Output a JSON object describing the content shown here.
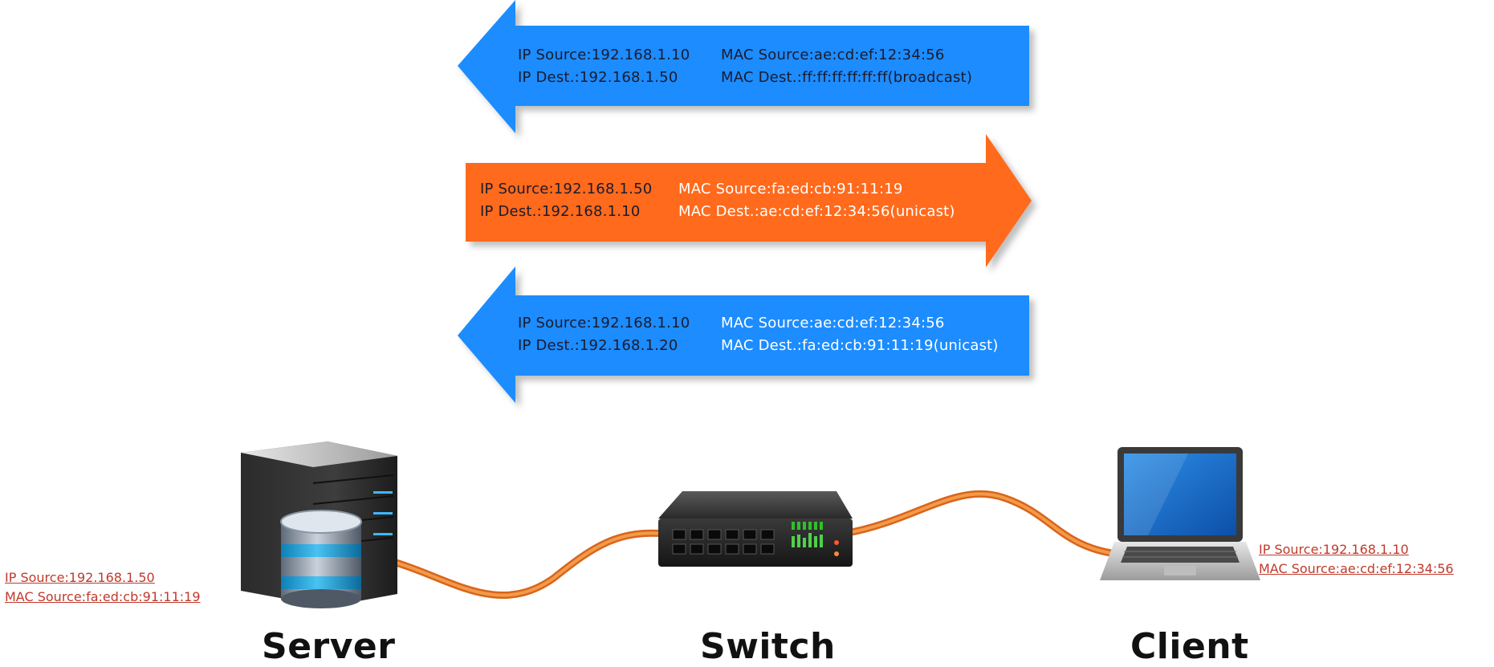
{
  "packets": [
    {
      "id": "arp-request",
      "direction": "left",
      "color": "#1a8cff",
      "text_color": "#1b1b2e",
      "ip_source": "IP Source:192.168.1.10",
      "ip_dest": "IP Dest.:192.168.1.50",
      "mac_source": "MAC Source:ae:cd:ef:12:34:56",
      "mac_dest": "MAC Dest.:ff:ff:ff:ff:ff:ff(broadcast)"
    },
    {
      "id": "arp-reply",
      "direction": "right",
      "color": "#ff6a1f",
      "text_color_ip": "#1b1b2e",
      "text_color_mac": "#ffffff",
      "ip_source": "IP Source:192.168.1.50",
      "ip_dest": "IP Dest.:192.168.1.10",
      "mac_source": "MAC Source:fa:ed:cb:91:11:19",
      "mac_dest": "MAC Dest.:ae:cd:ef:12:34:56(unicast)"
    },
    {
      "id": "data-frame",
      "direction": "left",
      "color": "#1a8cff",
      "text_color_ip": "#1b1b2e",
      "text_color_mac": "#ffffff",
      "ip_source": "IP Source:192.168.1.10",
      "ip_dest": "IP Dest.:192.168.1.20",
      "mac_source": "MAC Source:ae:cd:ef:12:34:56",
      "mac_dest": "MAC Dest.:fa:ed:cb:91:11:19(unicast)"
    }
  ],
  "devices": {
    "server": {
      "label": "Server",
      "ip_source": "IP Source:192.168.1.50",
      "mac_source": "MAC Source:fa:ed:cb:91:11:19"
    },
    "switch": {
      "label": "Switch"
    },
    "client": {
      "label": "Client",
      "ip_source": "IP Source:192.168.1.10",
      "mac_source": "MAC Source:ae:cd:ef:12:34:56"
    }
  },
  "colors": {
    "cable": "#f07a1f",
    "address_text": "#c0392b"
  }
}
